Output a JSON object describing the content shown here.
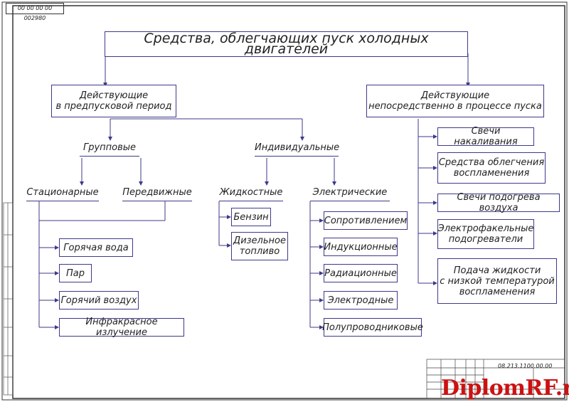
{
  "drawing": {
    "corner_code": "00 00 00 00 002980",
    "stamp_code": "08.213.1100.00.00",
    "logo": "DiplomRF.ru"
  },
  "diagram": {
    "title": "Средства, облегчающих пуск холодных двигателей",
    "left_branch": "Действующие\nв предпусковой период",
    "right_branch": "Действующие\nнепосредственно в процессе пуска",
    "group": "Групповые",
    "individual": "Индивидуальные",
    "stationary": "Стационарные",
    "mobile": "Передвижные",
    "liquid": "Жидкостные",
    "electric": "Электрические",
    "stationary_items": [
      "Горячая вода",
      "Пар",
      "Горячий воздух",
      "Инфракрасное излучение"
    ],
    "liquid_items": [
      "Бензин",
      "Дизельное\nтопливо"
    ],
    "electric_items": [
      "Сопротивлением",
      "Индукционные",
      "Радиационные",
      "Электродные",
      "Полупроводниковые"
    ],
    "right_items": [
      "Свечи накаливания",
      "Средства облегчения\nвоспламенения",
      "Свечи подогрева воздуха",
      "Электрофакельные\nподогреватели",
      "Подача жидкости\nс низкой температурой\nвоспламенения"
    ]
  }
}
